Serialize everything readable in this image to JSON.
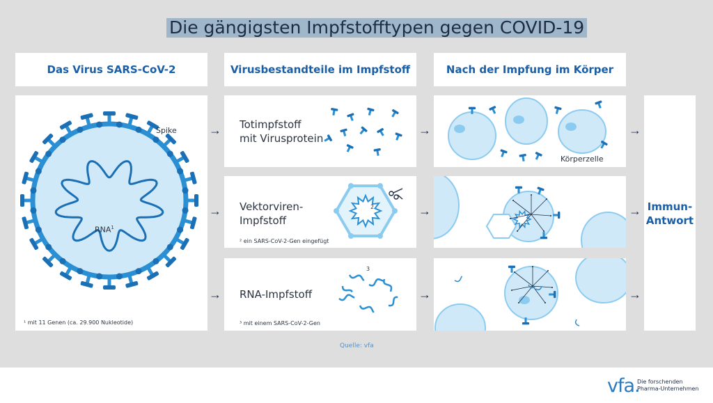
{
  "title": "Die gängigsten Impfstofftypen gegen COVID-19",
  "columns": {
    "virus": "Das Virus SARS-CoV-2",
    "components": "Virusbestandteile im Impfstoff",
    "after": "Nach der Impfung im Körper"
  },
  "virus_panel": {
    "spike_label": "Spike",
    "rna_label": "RNA",
    "rna_sup": "1",
    "footnote": "¹ mit 11 Genen (ca. 29.900 Nukleotide)"
  },
  "vaccines": [
    {
      "line1": "Totimpfstoff",
      "line2": "mit Virusprotein",
      "note": ""
    },
    {
      "line1": "Vektorviren-",
      "line2": "Impfstoff",
      "note": "² ein SARS-CoV-2-Gen eingefügt",
      "marker": "2"
    },
    {
      "line1": "RNA-Impfstoff",
      "line2": "",
      "note": "³ mit einem SARS-CoV-2-Gen",
      "marker": "3"
    }
  ],
  "body_cell_label": "Körperzelle",
  "immune": {
    "line1": "Immun-",
    "line2": "Antwort"
  },
  "source": "Quelle: vfa",
  "logo": {
    "word": "vfa.",
    "line1": "Die forschenden",
    "line2": "Pharma-Unternehmen"
  },
  "colors": {
    "dark_blue": "#1a6fb5",
    "mid_blue": "#2b8fd4",
    "light_blue": "#cfe9f8",
    "accent": "#1a5ea6",
    "title_bg": "#9fb7c9"
  },
  "arrow_symbol": "→"
}
